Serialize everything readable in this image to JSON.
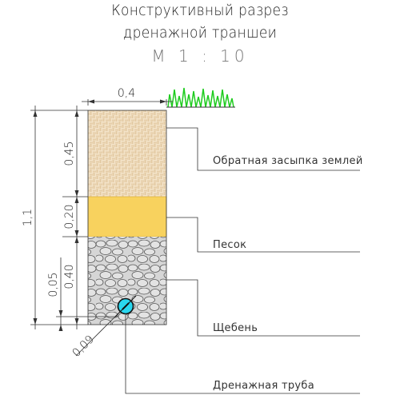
{
  "title": {
    "line1": "Конструктивный разрез",
    "line2": "дренажной траншеи",
    "scale": "М 1 : 10"
  },
  "dimensions": {
    "width": "0,4",
    "total": "1,1",
    "backfill": "0,45",
    "sand": "0,20",
    "gravel": "0,40",
    "pipe_offset": "0,05",
    "pipe_diameter": "0,09"
  },
  "labels": {
    "backfill": "Обратная засыпка землей",
    "sand": "Песок",
    "gravel": "Щебень",
    "pipe": "Дренажная труба"
  },
  "colors": {
    "backfill": "#f3e3c8",
    "sand": "#f8d25e",
    "gravel": "#d9d9d9",
    "pipe": "#29d6ee",
    "grass": "#1fcc1f"
  }
}
